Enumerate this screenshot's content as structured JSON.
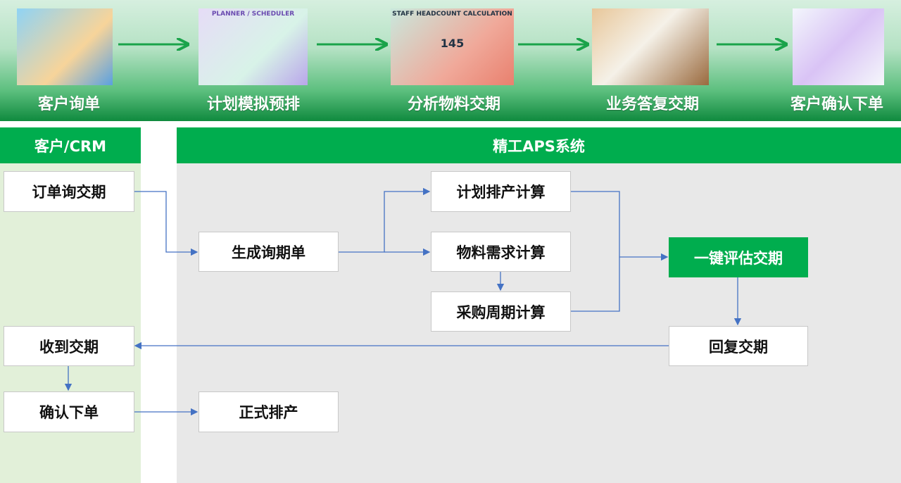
{
  "process": {
    "steps": [
      {
        "label": "客户询单",
        "icon": "businessman-illustration"
      },
      {
        "label": "计划模拟预排",
        "icon": "planner-illustration",
        "image_text": "PLANNER / SCHEDULER"
      },
      {
        "label": "分析物料交期",
        "icon": "calculator-illustration",
        "image_text": "STAFF HEADCOUNT CALCULATION",
        "image_number": "145"
      },
      {
        "label": "业务答复交期",
        "icon": "clipboard-signing-illustration"
      },
      {
        "label": "客户确认下单",
        "icon": "phone-message-illustration"
      }
    ]
  },
  "lanes": {
    "crm": "客户/CRM",
    "aps": "精工APS系统"
  },
  "nodes": {
    "order_inquiry": "订单询交期",
    "receive_date": "收到交期",
    "confirm_order": "确认下单",
    "gen_inquiry": "生成询期单",
    "plan_calc": "计划排产计算",
    "material_calc": "物料需求计算",
    "purchase_calc": "采购周期计算",
    "evaluate": "一键评估交期",
    "reply": "回复交期",
    "formal": "正式排产"
  },
  "colors": {
    "green": "#00ad4e",
    "connector": "#4472c4",
    "arrow": "#1aa34a"
  }
}
